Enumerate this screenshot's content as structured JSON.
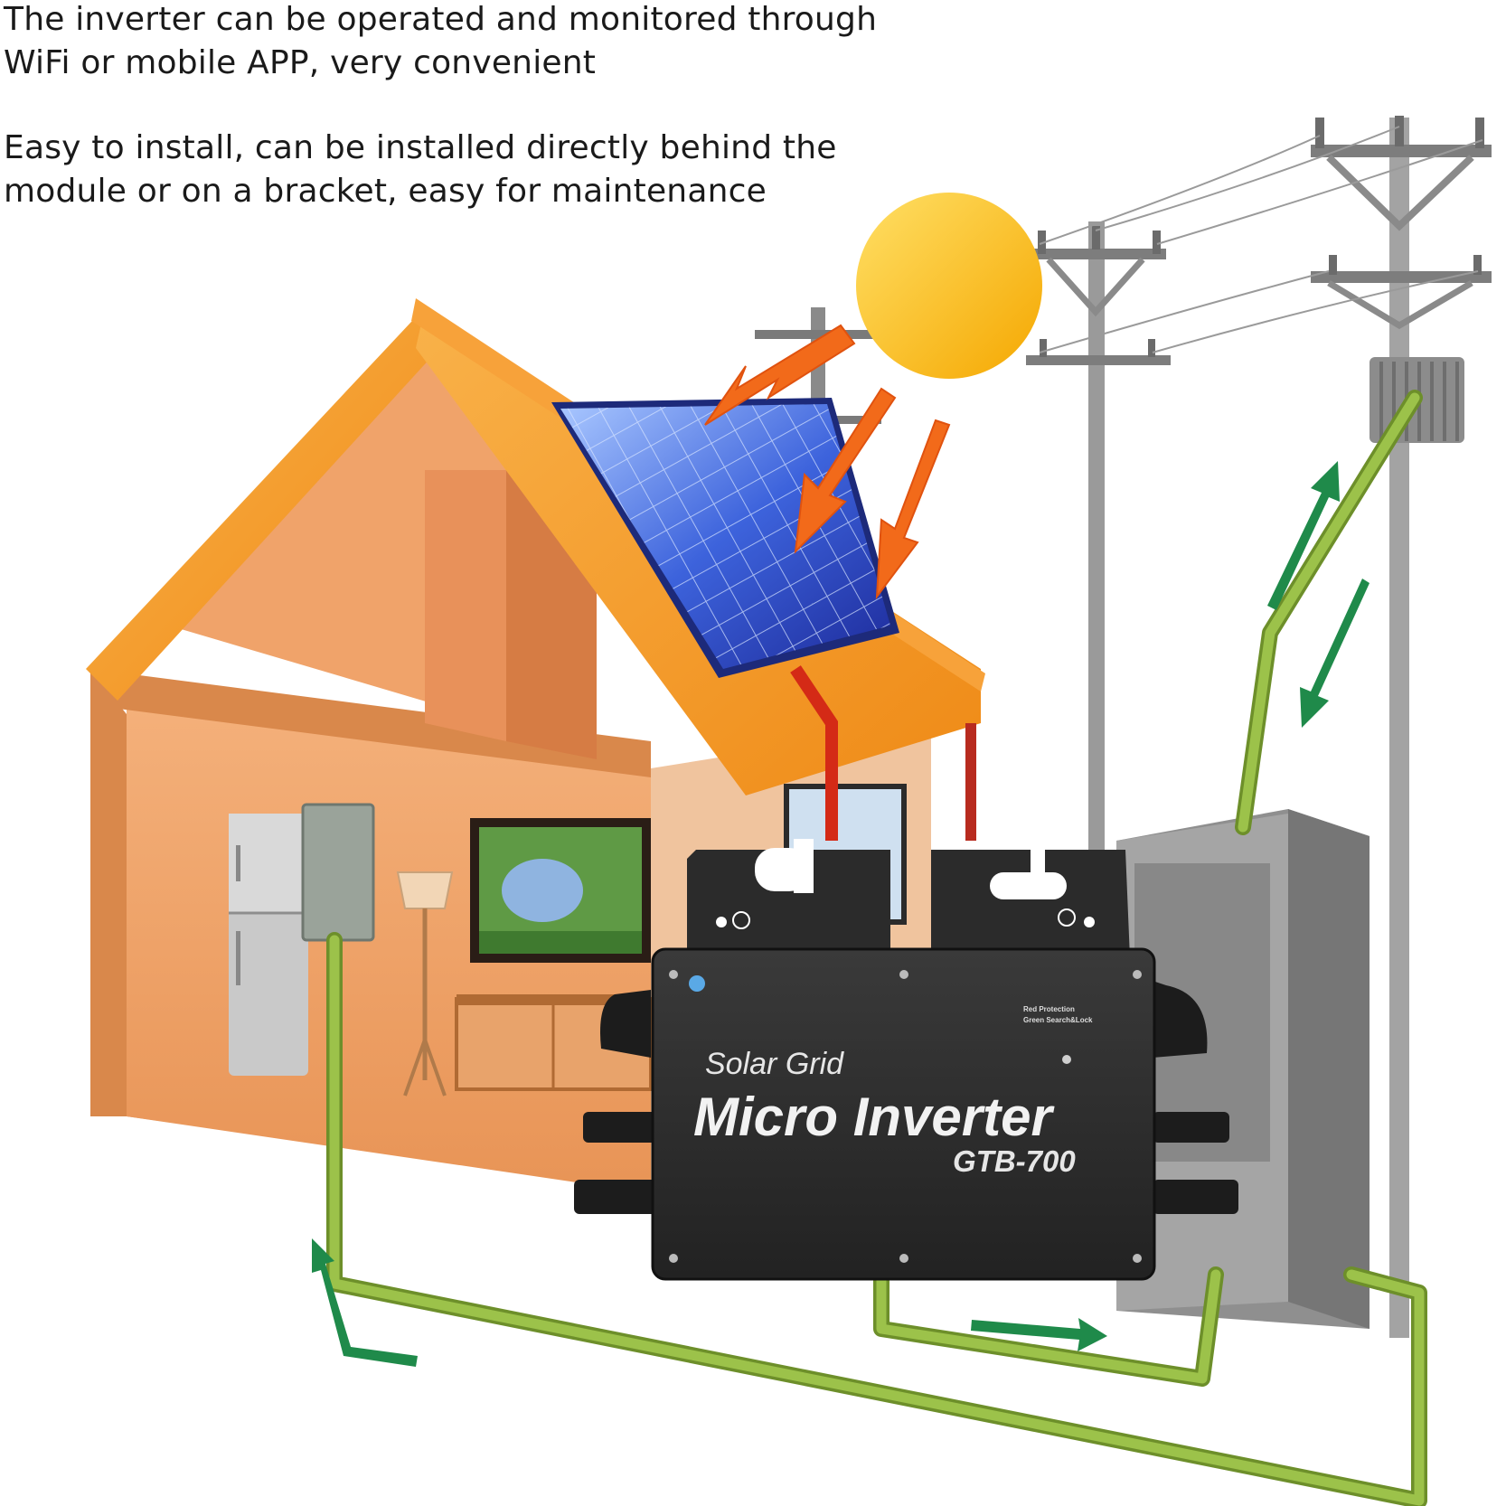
{
  "headline": {
    "paragraph_1": [
      "The inverter can be operated and monitored through",
      "WiFi or mobile APP, very convenient"
    ],
    "paragraph_2": [
      "Easy to install, can be installed directly behind the",
      "module or on a bracket, easy for maintenance"
    ]
  },
  "inverter": {
    "brand_line": "Solar Grid",
    "product_name": "Micro Inverter",
    "model": "GTB-700",
    "indicator_line_1": "Red Protection",
    "indicator_line_2": "Green Search&Lock"
  },
  "colors": {
    "house_wall": "#f2a463",
    "roof": "#f5921e",
    "solar_panel": "#3a5bd6",
    "sun": "#ffc21a",
    "wire_green": "#8bb03a",
    "flow_arrow": "#1f8a4a",
    "inverter_body": "#2b2b2b",
    "meter_box": "#8f8f8f",
    "pole": "#9a9a9a"
  }
}
